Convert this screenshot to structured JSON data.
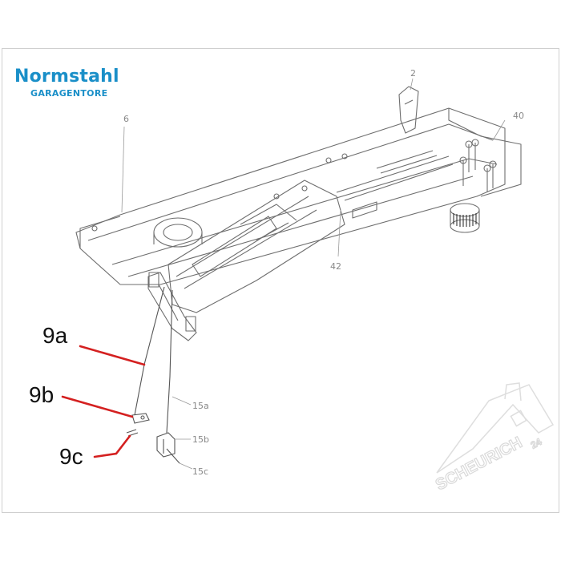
{
  "brand": {
    "name": "Normstahl",
    "subtitle": "GARAGENTORE",
    "color": "#1a8fc8"
  },
  "callouts": {
    "c9a": "9a",
    "c9b": "9b",
    "c9c": "9c",
    "leader_color": "#d42020"
  },
  "part_numbers": {
    "p2": "2",
    "p40": "40",
    "p6": "6",
    "p42": "42",
    "p15a": "15a",
    "p15b": "15b",
    "p15c": "15c"
  },
  "watermark": {
    "text": "SCHEURICH",
    "badge": "24"
  }
}
